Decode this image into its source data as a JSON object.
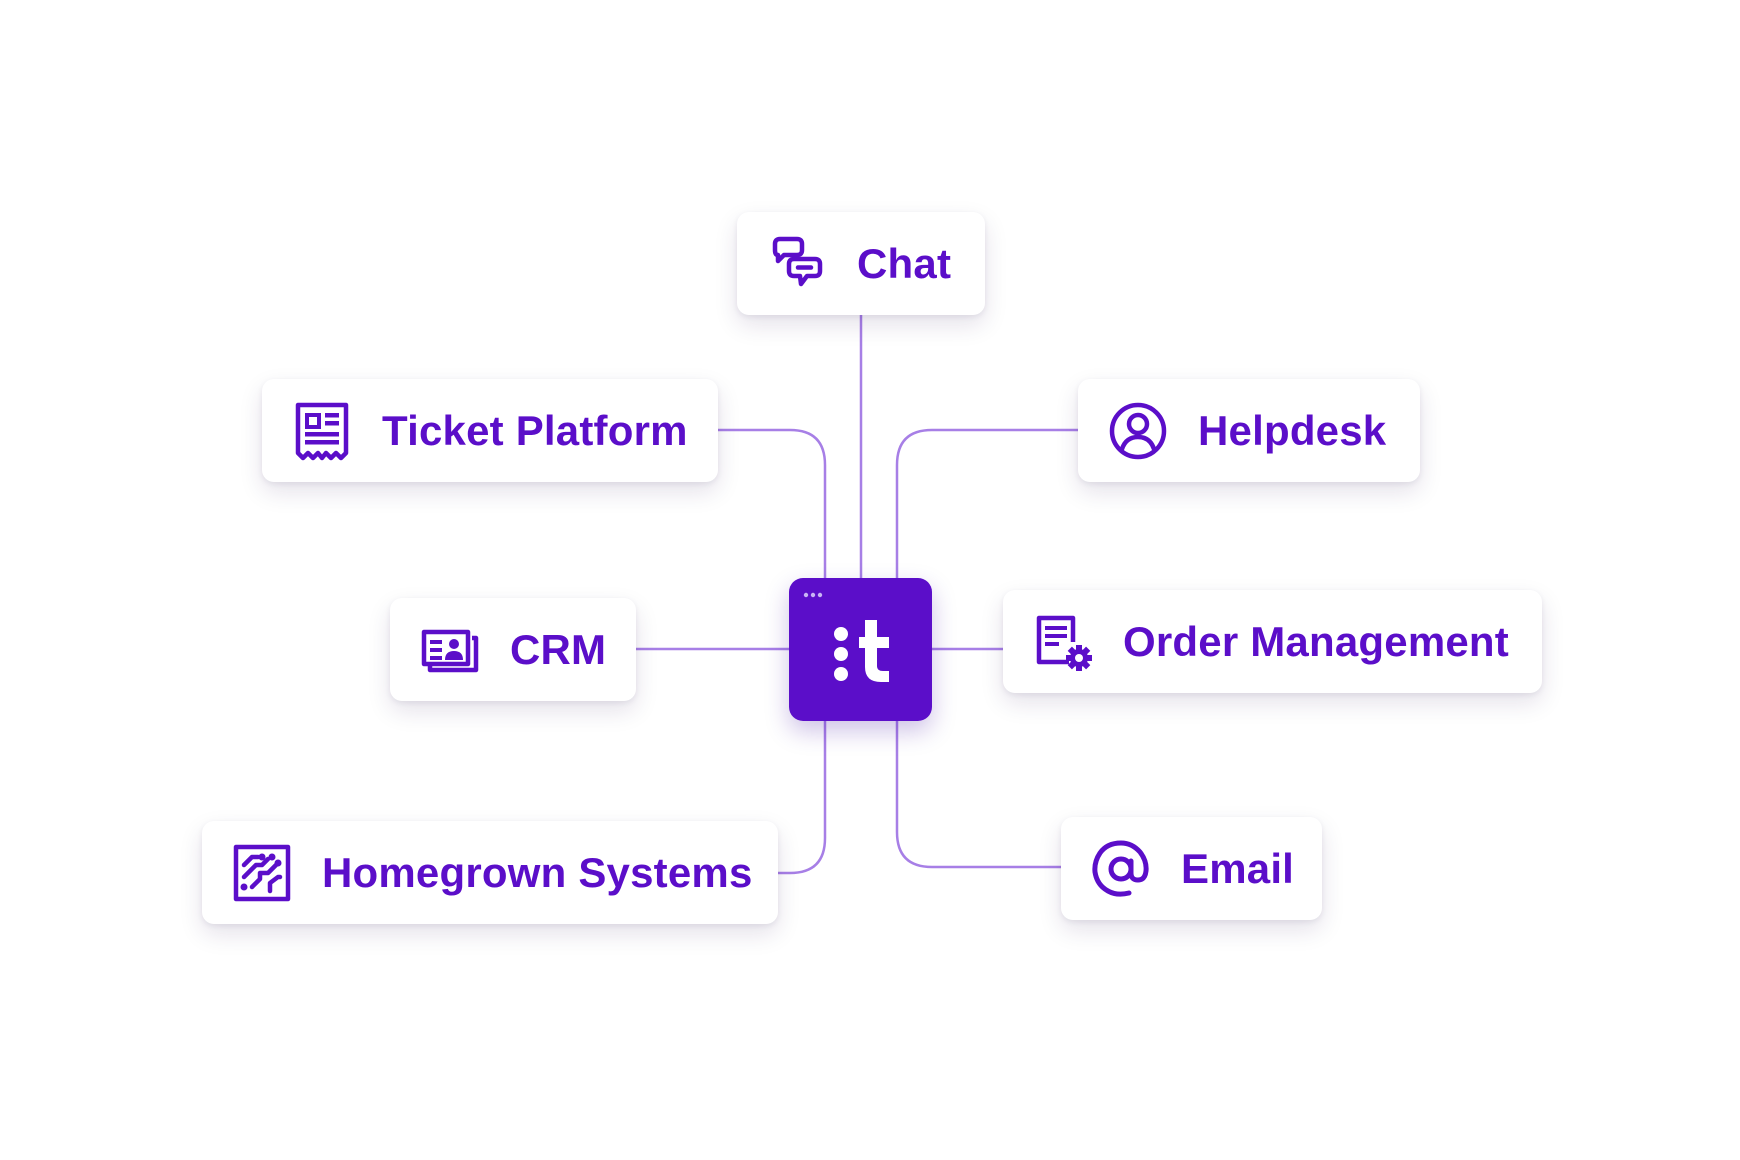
{
  "colors": {
    "accent": "#5b0ec9",
    "connector": "#a77fe6",
    "card_bg": "#ffffff"
  },
  "hub": {
    "logo_icon": "tray-logo-icon"
  },
  "nodes": {
    "chat": {
      "label": "Chat",
      "icon": "chat-bubbles-icon"
    },
    "ticket_platform": {
      "label": "Ticket Platform",
      "icon": "receipt-icon"
    },
    "helpdesk": {
      "label": "Helpdesk",
      "icon": "user-circle-icon"
    },
    "crm": {
      "label": "CRM",
      "icon": "contact-cards-icon"
    },
    "order_management": {
      "label": "Order Management",
      "icon": "document-gear-icon"
    },
    "homegrown_systems": {
      "label": "Homegrown Systems",
      "icon": "circuit-board-icon"
    },
    "email": {
      "label": "Email",
      "icon": "at-sign-icon"
    }
  }
}
